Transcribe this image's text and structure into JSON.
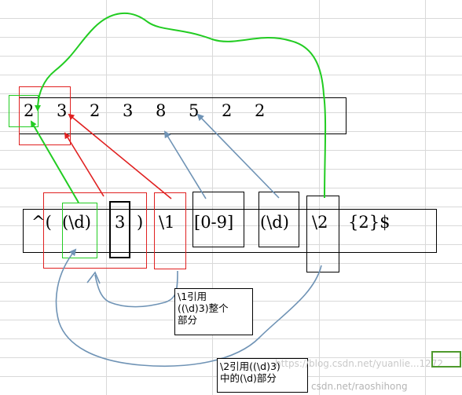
{
  "top_digits": [
    "2",
    "3",
    "2",
    "3",
    "8",
    "5",
    "2",
    "2"
  ],
  "regex": {
    "caret_paren": "^(",
    "group2": "(\\d)",
    "three": "3",
    "close": ")",
    "backref1": "\\1",
    "charclass": "[0-9]",
    "group3": "(\\d)",
    "backref2": "\\2",
    "quant_end": "{2}$"
  },
  "notes": {
    "note1": [
      "\\1引用",
      "((\\d)3)整个",
      "部分"
    ],
    "note2": [
      "\\2引用((\\d)3)",
      "中的(\\d)部分"
    ]
  },
  "watermark": "https://blog.csdn.net/yuanlie...1272",
  "watermark_bottom": "csdn.net/raoshihong",
  "colors": {
    "red": "#e02020",
    "green": "#22cc22",
    "blue": "#6f93b5",
    "black": "#000000"
  }
}
